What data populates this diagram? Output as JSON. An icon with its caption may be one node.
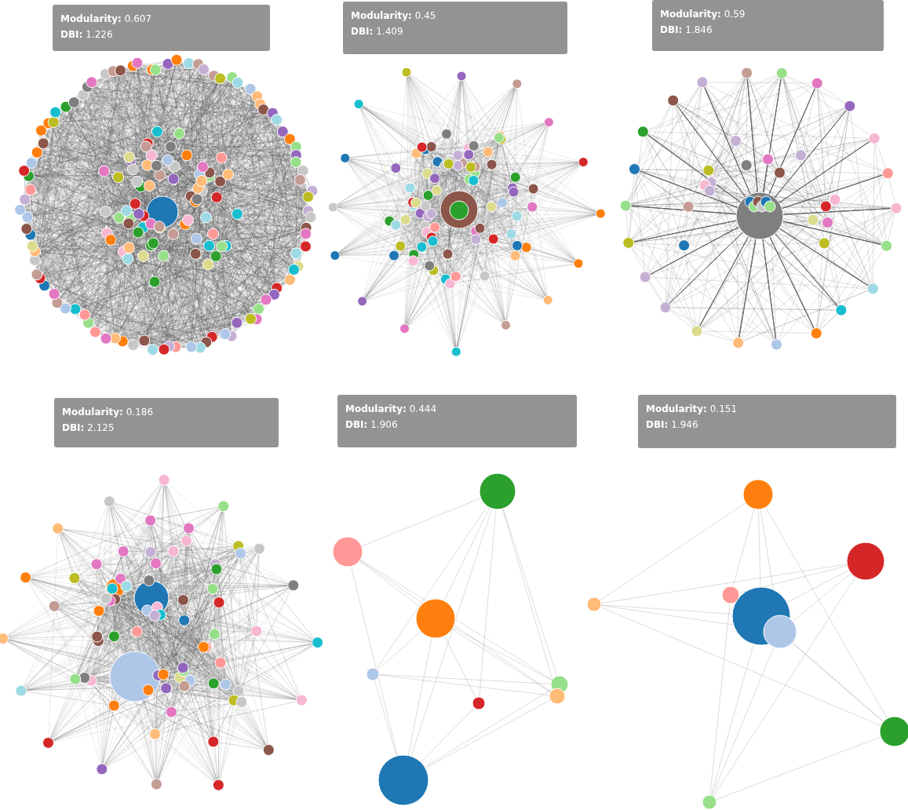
{
  "diagram": {
    "nodes": [
      {
        "text": [
          "**Modularity:** 0.607",
          "**DBI:** 1.226"
        ]
      },
      {
        "text": [
          "**Modularity:** 0.45",
          "**DBI:** 1.409"
        ]
      },
      {
        "text": [
          "**Modularity:** 0.59",
          "**DBI:** 1.846"
        ]
      },
      {
        "text": [
          "**Modularity:** 0.186",
          "**DBI:** 2.125"
        ]
      },
      {
        "text": [
          "**Modularity:** 0.444",
          "**DBI:** 1.906"
        ]
      },
      {
        "text": [
          "**Modularity:** 0.151",
          "**DBI:** 1.946"
        ]
      }
    ]
  }
}
